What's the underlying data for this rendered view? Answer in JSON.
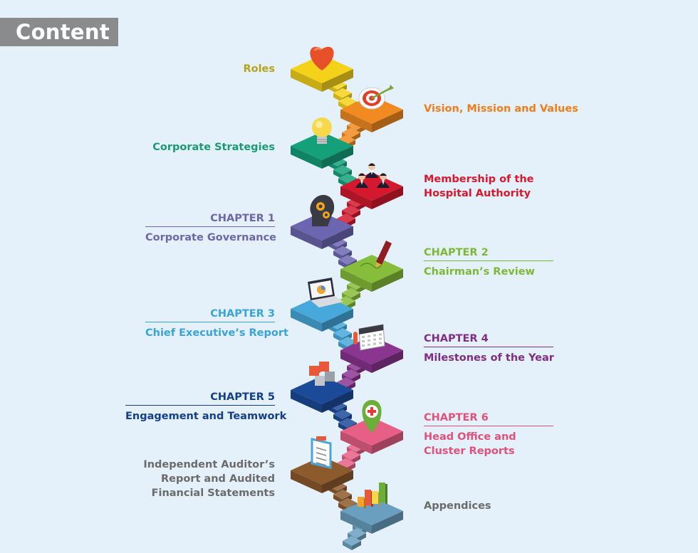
{
  "header": {
    "title": "Content"
  },
  "sections": [
    {
      "id": "roles",
      "side": "left",
      "color": "#b5a41b",
      "chapter": "",
      "lines": [
        "Roles"
      ]
    },
    {
      "id": "vision",
      "side": "right",
      "color": "#ef7d1a",
      "chapter": "",
      "lines": [
        "Vision, Mission and Values"
      ]
    },
    {
      "id": "strategies",
      "side": "left",
      "color": "#1b9a74",
      "chapter": "",
      "lines": [
        "Corporate Strategies"
      ]
    },
    {
      "id": "membership",
      "side": "right",
      "color": "#d9182e",
      "chapter": "",
      "lines": [
        "Membership of the",
        "Hospital Authority"
      ]
    },
    {
      "id": "governance",
      "side": "left",
      "color": "#6e66ac",
      "chapter": "CHAPTER 1",
      "lines": [
        "Corporate Governance"
      ]
    },
    {
      "id": "chairman",
      "side": "right",
      "color": "#7db936",
      "chapter": "CHAPTER 2",
      "lines": [
        "Chairman’s Review"
      ]
    },
    {
      "id": "chief",
      "side": "left",
      "color": "#3aa3da",
      "chapter": "CHAPTER 3",
      "lines": [
        "Chief Executive’s Report"
      ]
    },
    {
      "id": "milestones",
      "side": "right",
      "color": "#7f2d85",
      "chapter": "CHAPTER 4",
      "lines": [
        "Milestones of the Year"
      ]
    },
    {
      "id": "engagement",
      "side": "left",
      "color": "#133e8a",
      "chapter": "CHAPTER 5",
      "lines": [
        "Engagement and Teamwork"
      ]
    },
    {
      "id": "headoffice",
      "side": "right",
      "color": "#e2517a",
      "chapter": "CHAPTER 6",
      "lines": [
        "Head Office and",
        "Cluster Reports"
      ]
    },
    {
      "id": "auditor",
      "side": "left",
      "color": "#6b6b6b",
      "chapter": "",
      "lines": [
        "Independent Auditor’s",
        "Report and Audited",
        "Financial Statements"
      ]
    },
    {
      "id": "appendices",
      "side": "right",
      "color": "#6b6b6b",
      "chapter": "",
      "lines": [
        "Appendices"
      ]
    }
  ],
  "stairs": [
    {
      "color": "#f4d21a",
      "icon": "heart-icon"
    },
    {
      "color": "#f18a21",
      "icon": "target-icon"
    },
    {
      "color": "#14a07a",
      "icon": "lightbulb-icon"
    },
    {
      "color": "#d4192f",
      "icon": "meeting-people-icon"
    },
    {
      "color": "#6c66b0",
      "icon": "brain-gears-icon"
    },
    {
      "color": "#86bd3b",
      "icon": "pen-signature-icon"
    },
    {
      "color": "#47a8dc",
      "icon": "laptop-chart-icon"
    },
    {
      "color": "#8a3590",
      "icon": "calendar-icon"
    },
    {
      "color": "#1b4a99",
      "icon": "puzzle-icon"
    },
    {
      "color": "#e85f86",
      "icon": "location-pin-icon"
    },
    {
      "color": "#8d5a2c",
      "icon": "notepad-icon"
    },
    {
      "color": "#6a9fbf",
      "icon": "bar-chart-icon"
    }
  ]
}
